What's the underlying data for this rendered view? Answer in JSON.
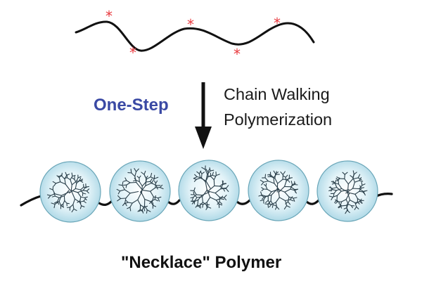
{
  "diagram": {
    "reaction": {
      "method_label": "One-Step",
      "process_line_1": "Chain Walking",
      "process_line_2": "Polymerization"
    },
    "product_caption": "\"Necklace\" Polymer",
    "colors": {
      "method_text": "#3a49a4",
      "active_site_marker": "#e8383d",
      "bead_fill": "#bfe3ee",
      "bead_outline": "#6aa6b8",
      "chain": "#111111"
    },
    "active_site_marker_symbol": "*"
  }
}
